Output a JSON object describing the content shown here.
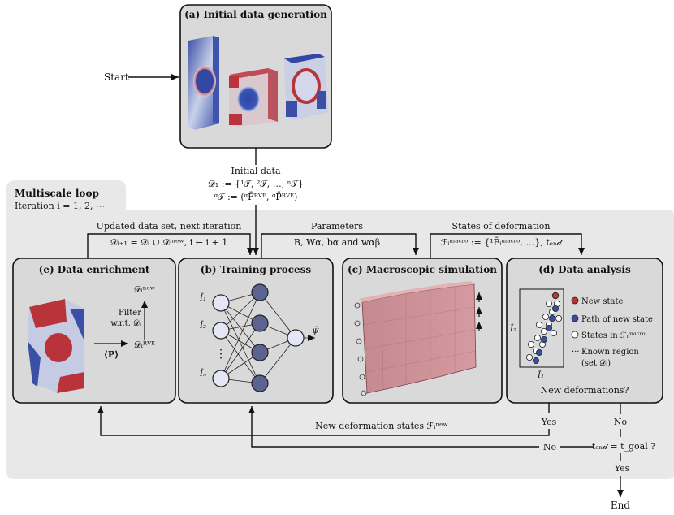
{
  "start_label": "Start",
  "end_label": "End",
  "initial_data": {
    "title": "Initial data",
    "line1": "𝒟₁ := {¹𝒯, ²𝒯, …, ⁿ𝒯}",
    "line2": "ᵅ𝒯 := (ᵅF̄ᴿⱽᴱ, ᵅP̄ᴿⱽᴱ)"
  },
  "loop": {
    "title": "Multiscale loop",
    "iteration": "Iteration i = 1, 2, ⋯"
  },
  "boxes": {
    "a": {
      "title": "(a) Initial data generation"
    },
    "b": {
      "title": "(b) Training process"
    },
    "c": {
      "title": "(c) Macroscopic simulation"
    },
    "d": {
      "title": "(d) Data analysis",
      "question": "New deformations?"
    },
    "e": {
      "title": "(e) Data enrichment"
    }
  },
  "edges": {
    "updated_title": "Updated data set, next iteration",
    "updated_formula": "𝒟ᵢ₊₁ = 𝒟ᵢ ∪ 𝒟ᵢⁿᵉʷ, i ← i + 1",
    "params_title": "Parameters",
    "params_formula": "B, Wα, bα and wαβ",
    "states_title": "States of deformation",
    "states_formula": "ℱᵢᵐᵃᶜʳᵒ := {¹F̄ᵢᵐᵃᶜʳᵒ, …}, tₑₙ𝒹",
    "new_states": "New deformation states ℱᵢⁿᵉʷ",
    "yes1": "Yes",
    "no1": "No",
    "no2": "No",
    "yes2": "Yes",
    "decision": "tₑₙ𝒹 = t_goal ?"
  },
  "network": {
    "inputs": [
      "Ī₁",
      "Ī₂",
      "Īₙ"
    ],
    "output": "ψ̄",
    "ellipsis": "⋮"
  },
  "enrichment": {
    "d_new": "𝒟ᵢⁿᵉʷ",
    "filter1": "Filter",
    "filter2": "w.r.t. 𝒟ᵢ",
    "avg_p": "⟨P⟩",
    "d_rve": "𝒟ᵢᴿⱽᴱ"
  },
  "analysis": {
    "legend_new": "New state",
    "legend_path": "Path of new state",
    "legend_states": "States in ℱᵢᵐᵃᶜʳᵒ",
    "legend_known1": "Known region",
    "legend_known2": "(set 𝒟ᵢ)",
    "axis_x": "Ī₁",
    "axis_y": "Ī₂"
  },
  "colors": {
    "panel_bg": "#d9d9d9",
    "loop_bg": "#e8e8e8",
    "red": "#b8333a",
    "blue": "#3a4f9c",
    "node_light": "#e4e6f6",
    "node_dark": "#5b6490"
  }
}
